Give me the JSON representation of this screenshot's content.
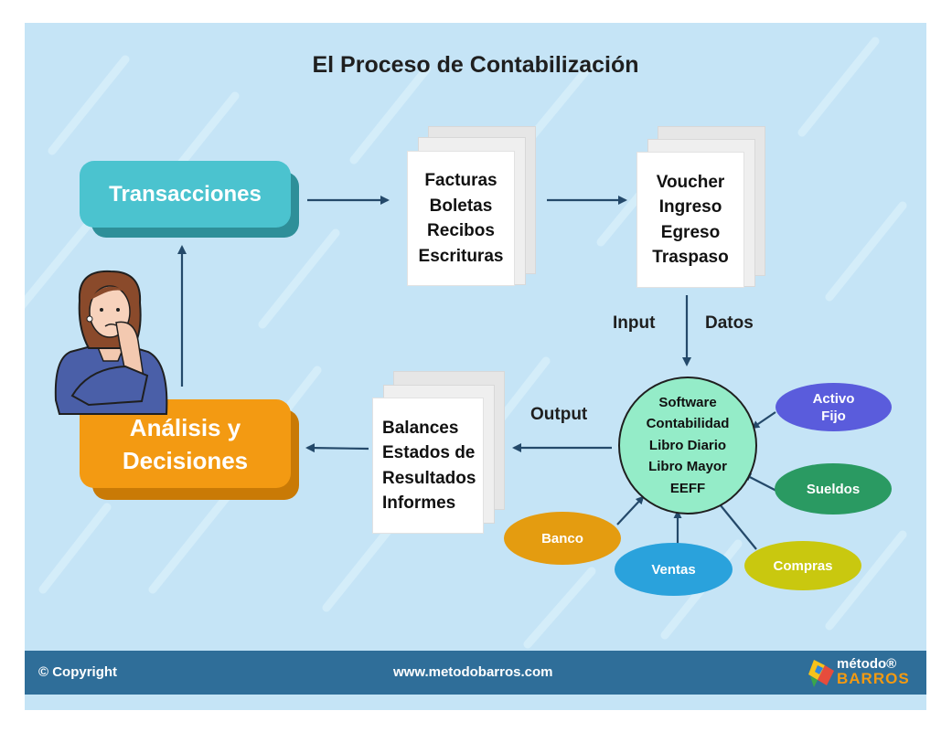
{
  "title": "El Proceso de Contabilización",
  "transacciones": "Transacciones",
  "analisis": {
    "line1": "Análisis y",
    "line2": "Decisiones"
  },
  "docs1": [
    "Facturas",
    "Boletas",
    "Recibos",
    "Escrituras"
  ],
  "docs2": [
    "Voucher",
    "Ingreso",
    "Egreso",
    "Traspaso"
  ],
  "docs3": [
    "Balances",
    "Estados de",
    "Resultados",
    "Informes"
  ],
  "labels": {
    "input": "Input",
    "datos": "Datos",
    "output": "Output"
  },
  "software": [
    "Software",
    "Contabilidad",
    "Libro Diario",
    "Libro Mayor",
    "EEFF"
  ],
  "sources": {
    "activo_fijo": [
      "Activo",
      "Fijo"
    ],
    "sueldos": "Sueldos",
    "compras": "Compras",
    "ventas": "Ventas",
    "banco": "Banco"
  },
  "footer": {
    "copyright": "© Copyright",
    "url": "www.metodobarros.com",
    "logo_top": "método®",
    "logo_bottom": "BARROS"
  },
  "colors": {
    "background": "#c5e4f6",
    "transacciones": "#4bc3cf",
    "analisis": "#f39a12",
    "software": "#94ecc8",
    "activo_fijo": "#5a5cdc",
    "sueldos": "#2a9a62",
    "compras": "#c9c80f",
    "ventas": "#2aa2dc",
    "banco": "#e49c10",
    "footer": "#2f6e99",
    "arrow": "#24496a"
  }
}
